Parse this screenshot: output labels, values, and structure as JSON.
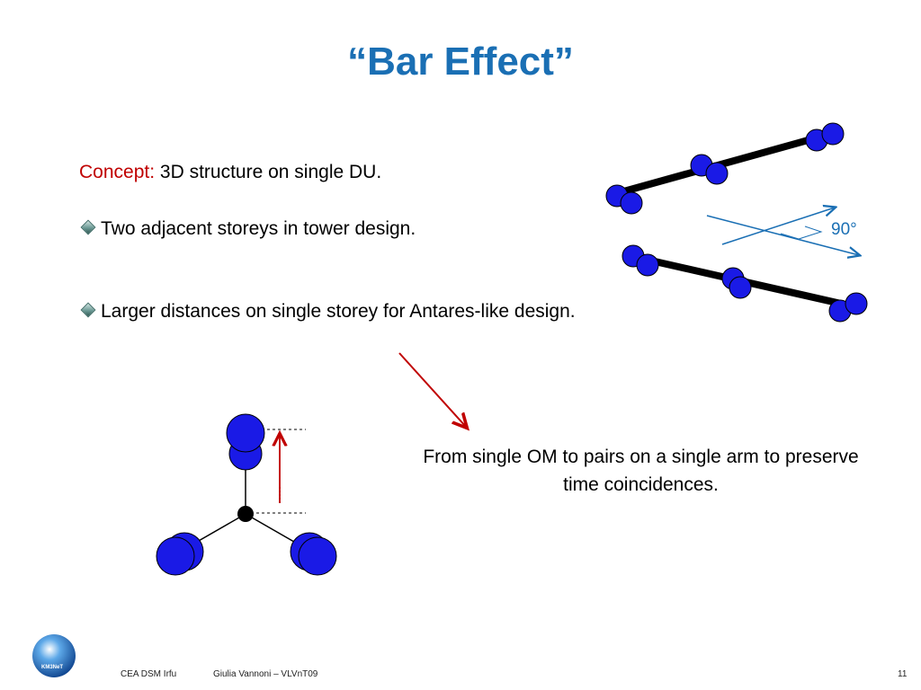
{
  "slide": {
    "title": "“Bar Effect”",
    "concept_label": "Concept:",
    "concept_text": " 3D structure on single DU.",
    "bullets": [
      "Two adjacent storeys in tower design.",
      "Larger distances on single storey for Antares-like design."
    ],
    "caption": "From single OM to pairs on a single arm to preserve time coincidences.",
    "angle_label": "90°"
  },
  "footer": {
    "left": "CEA DSM Irfu",
    "center": "Giulia Vannoni – VLVnT09",
    "page": "11",
    "logo_text": "KM3NeT"
  },
  "colors": {
    "title": "#1a6fb4",
    "concept": "#c00000",
    "om_blue": "#1a1ae6",
    "arrow_red": "#c00000",
    "axis_blue": "#1a6fb4"
  }
}
